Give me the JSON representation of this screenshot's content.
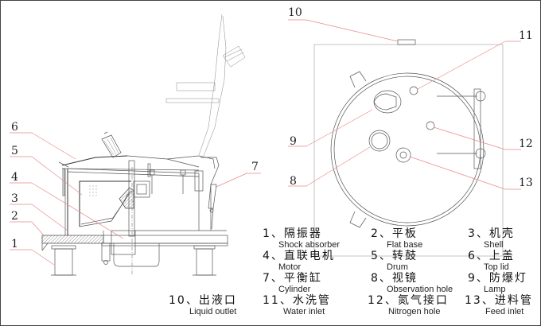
{
  "diagram": {
    "title": "Centrifuge side view and top view with part legend",
    "side_view_callouts": [
      "1",
      "2",
      "3",
      "4",
      "5",
      "6",
      "7"
    ],
    "top_view_callouts": [
      "8",
      "9",
      "10",
      "11",
      "12",
      "13"
    ],
    "accent_colors": {
      "leader_line": "#e98a8a",
      "drawing_line": "#555555"
    }
  },
  "legend": [
    {
      "num": "1、",
      "cn": "隔振器",
      "en": "Shock absorber"
    },
    {
      "num": "2、",
      "cn": "平板",
      "en": "Flat base"
    },
    {
      "num": "3、",
      "cn": "机壳",
      "en": "Shell"
    },
    {
      "num": "4、",
      "cn": "直联电机",
      "en": "Motor"
    },
    {
      "num": "5、",
      "cn": "转鼓",
      "en": "Drum"
    },
    {
      "num": "6、",
      "cn": "上盖",
      "en": "Top lid"
    },
    {
      "num": "7、",
      "cn": "平衡缸",
      "en": "Cylinder"
    },
    {
      "num": "8、",
      "cn": "视镜",
      "en": "Observation hole"
    },
    {
      "num": "9、",
      "cn": "防爆灯",
      "en": "Lamp"
    },
    {
      "num": "10、",
      "cn": "出液口",
      "en": "Liquid outlet"
    },
    {
      "num": "11、",
      "cn": "水洗管",
      "en": "Water inlet"
    },
    {
      "num": "12、",
      "cn": "氮气接口",
      "en": "Nitrogen hole"
    },
    {
      "num": "13、",
      "cn": "进料管",
      "en": "Feed inlet"
    }
  ]
}
